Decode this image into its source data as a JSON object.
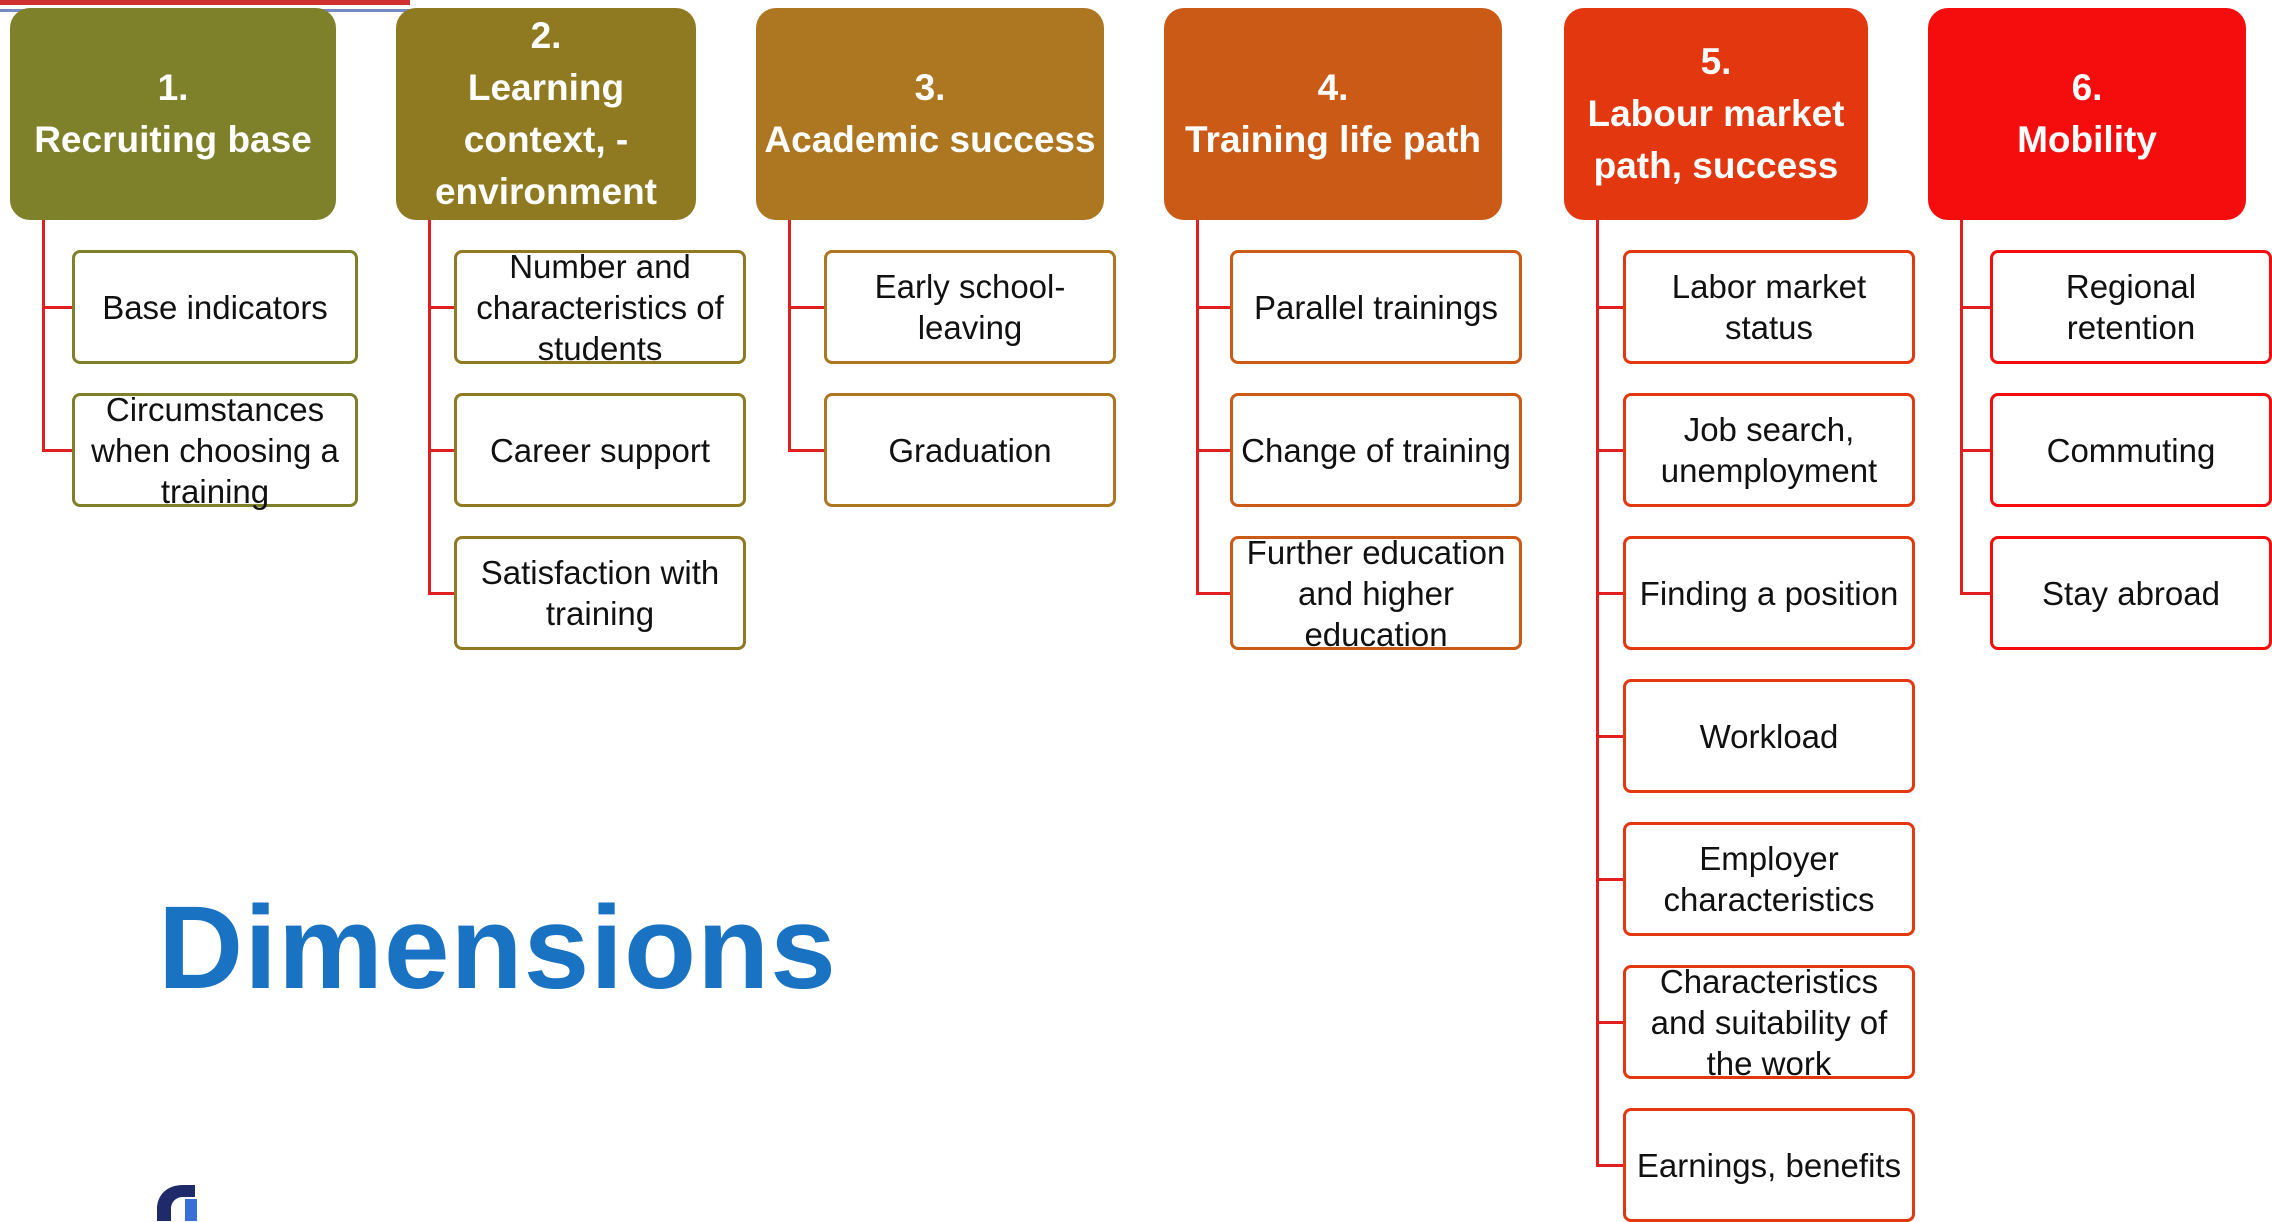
{
  "title": "Dimensions",
  "colors": {
    "title": "#1a73c2",
    "connector": "#e02020"
  },
  "logo": {
    "icon": "logo-mark-icon",
    "color": "#1f2a6b"
  },
  "dimensions": [
    {
      "number": "1.",
      "label": "Recruiting base",
      "color": "#7f802a",
      "children": [
        "Base indicators",
        "Circumstances when choosing a training"
      ]
    },
    {
      "number": "2.",
      "label": "Learning context, -environment",
      "color": "#8f7a22",
      "children": [
        "Number and characteristics of students",
        "Career support",
        "Satisfaction with training"
      ]
    },
    {
      "number": "3.",
      "label": "Academic success",
      "color": "#ad7620",
      "children": [
        "Early school-leaving",
        "Graduation"
      ]
    },
    {
      "number": "4.",
      "label": "Training life path",
      "color": "#cb5a16",
      "children": [
        "Parallel trainings",
        "Change of training",
        "Further education and higher education"
      ]
    },
    {
      "number": "5.",
      "label": "Labour market path, success",
      "color": "#e2370f",
      "children": [
        "Labor market status",
        "Job search, unemployment",
        "Finding a position",
        "Workload",
        "Employer characteristics",
        "Characteristics and suitability of the work",
        "Earnings, benefits"
      ]
    },
    {
      "number": "6.",
      "label": "Mobility",
      "color": "#f50c0c",
      "children": [
        "Regional retention",
        "Commuting",
        "Stay abroad"
      ]
    }
  ]
}
